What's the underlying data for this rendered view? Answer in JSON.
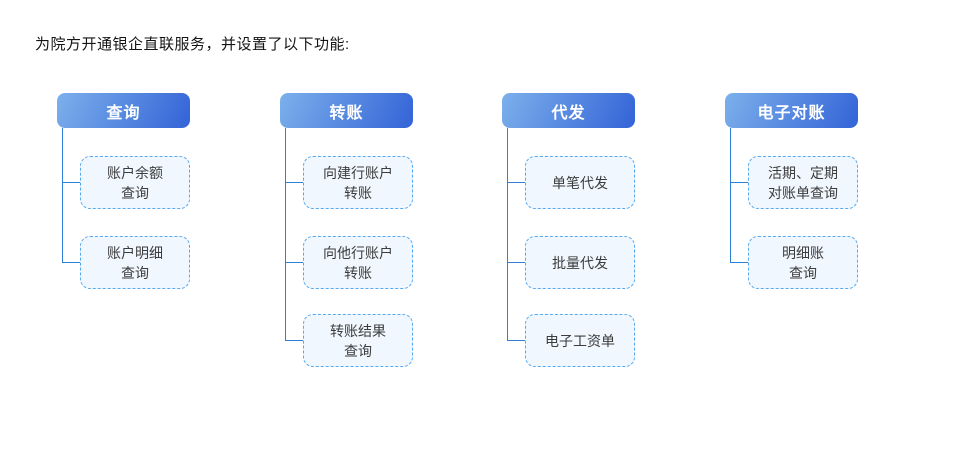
{
  "page": {
    "title": "为院方开通银企直联服务，并设置了以下功能:",
    "background": "#ffffff"
  },
  "colors": {
    "header_gradient_start": "#7CB0EB",
    "header_gradient_end": "#3363D7",
    "header_text": "#ffffff",
    "connector_line": "#2E7FD8",
    "child_border": "#57A9F0",
    "child_background": "#F0F7FE",
    "child_text": "#3C3C3C"
  },
  "groups": [
    {
      "label": "查询",
      "items": [
        {
          "label": "账户余额\n查询"
        },
        {
          "label": "账户明细\n查询"
        }
      ]
    },
    {
      "label": "转账",
      "items": [
        {
          "label": "向建行账户\n转账"
        },
        {
          "label": "向他行账户\n转账"
        },
        {
          "label": "转账结果\n查询"
        }
      ]
    },
    {
      "label": "代发",
      "items": [
        {
          "label": "单笔代发"
        },
        {
          "label": "批量代发"
        },
        {
          "label": "电子工资单"
        }
      ]
    },
    {
      "label": "电子对账",
      "items": [
        {
          "label": "活期、定期\n对账单查询"
        },
        {
          "label": "明细账\n查询"
        }
      ]
    }
  ]
}
